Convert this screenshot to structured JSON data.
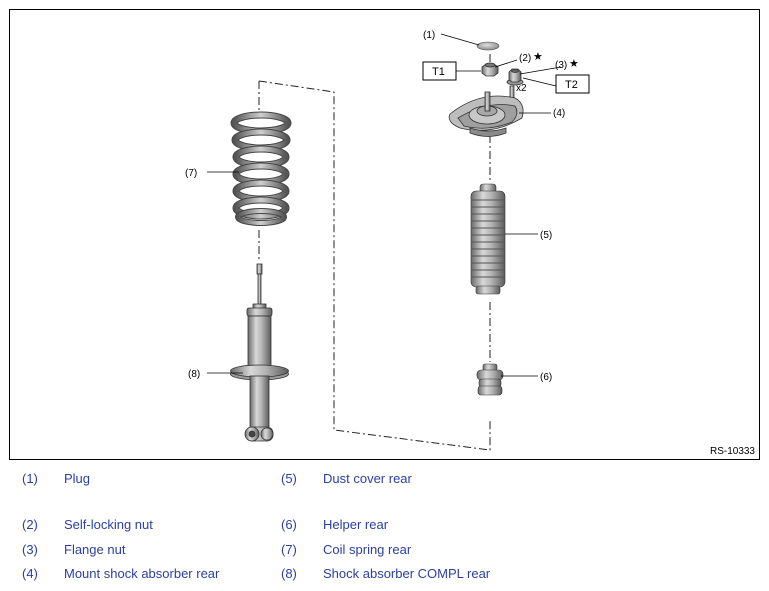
{
  "figure": {
    "code": "RS-10333",
    "callouts": [
      "(1)",
      "(2)",
      "(3)",
      "(4)",
      "(5)",
      "(6)",
      "(7)",
      "(8)"
    ],
    "torque_tags": [
      "T1",
      "T2"
    ],
    "quantity": "x2",
    "star": "★"
  },
  "legend": [
    {
      "num": "(1)",
      "text": "Plug"
    },
    {
      "num": "(2)",
      "text": "Self-locking nut"
    },
    {
      "num": "(3)",
      "text": "Flange nut"
    },
    {
      "num": "(4)",
      "text": "Mount shock absorber rear"
    },
    {
      "num": "(5)",
      "text": "Dust cover rear"
    },
    {
      "num": "(6)",
      "text": "Helper rear"
    },
    {
      "num": "(7)",
      "text": "Coil spring rear"
    },
    {
      "num": "(8)",
      "text": "Shock absorber COMPL rear"
    }
  ]
}
